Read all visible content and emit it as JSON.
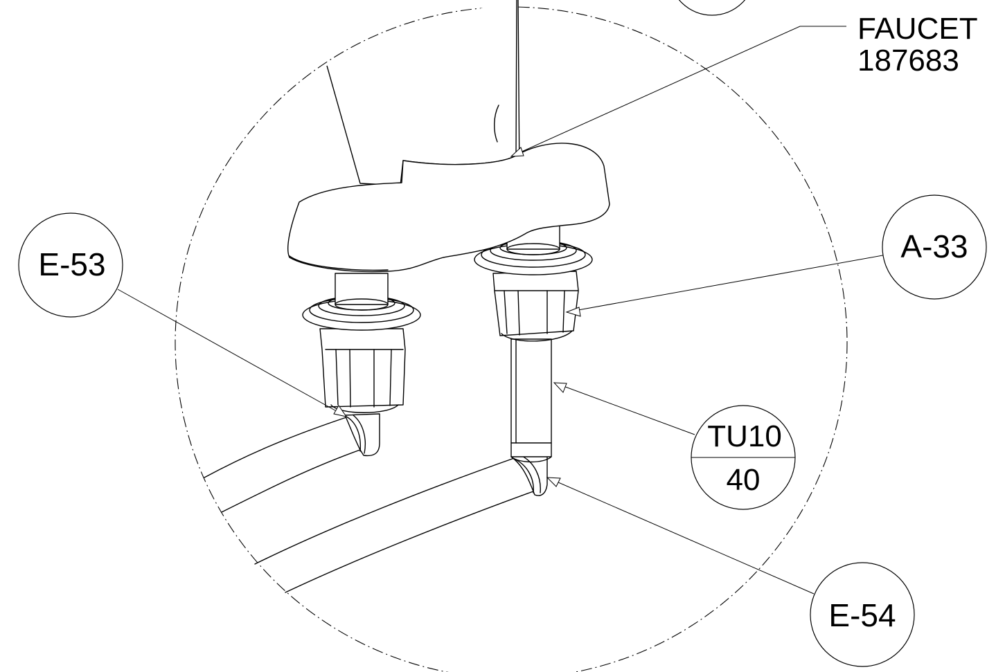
{
  "callouts": {
    "faucet_line1": "FAUCET",
    "faucet_line2": "187683",
    "e53": "E-53",
    "a33": "A-33",
    "tu10_top": "TU10",
    "tu10_bottom": "40",
    "e54": "E-54"
  }
}
